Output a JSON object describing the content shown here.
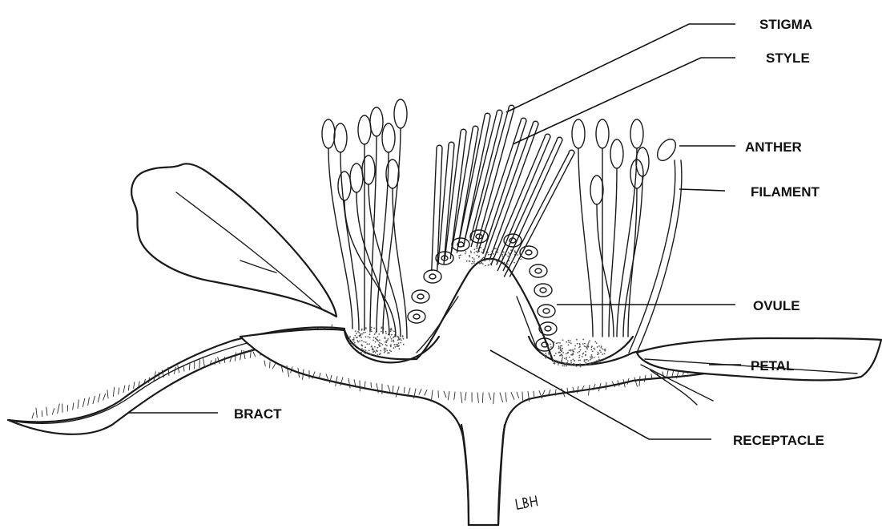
{
  "labels": {
    "stigma": "STIGMA",
    "style": "STYLE",
    "anther": "ANTHER",
    "filament": "FILAMENT",
    "ovule": "OVULE",
    "petal": "PETAL",
    "bract": "BRACT",
    "receptacle": "RECEPTACLE"
  },
  "signature": "LBH",
  "colors": {
    "ink": "#1a1a1a",
    "background": "#ffffff"
  }
}
